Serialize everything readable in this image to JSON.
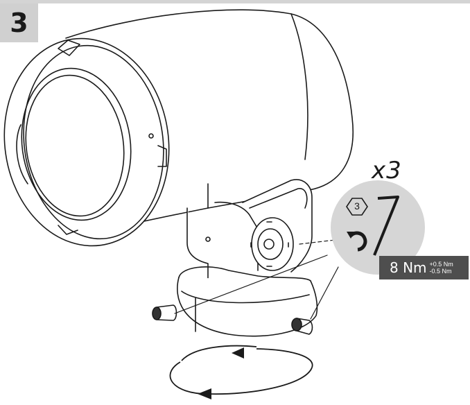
{
  "step": {
    "number": "3"
  },
  "callout": {
    "quantity": "x3",
    "hex_key_size": "3",
    "torque": "8 Nm",
    "tolerance_plus": "+0.5 Nm",
    "tolerance_minus": "-0.5 Nm"
  },
  "colors": {
    "step_box": "#d0d0d0",
    "callout_circle": "#d6d6d6",
    "torque_box": "#4e4e4e",
    "line": "#1a1a1a"
  },
  "icons": [
    "hex-key-icon",
    "clockwise-rotate-icon",
    "rotation-arrows-icon"
  ]
}
